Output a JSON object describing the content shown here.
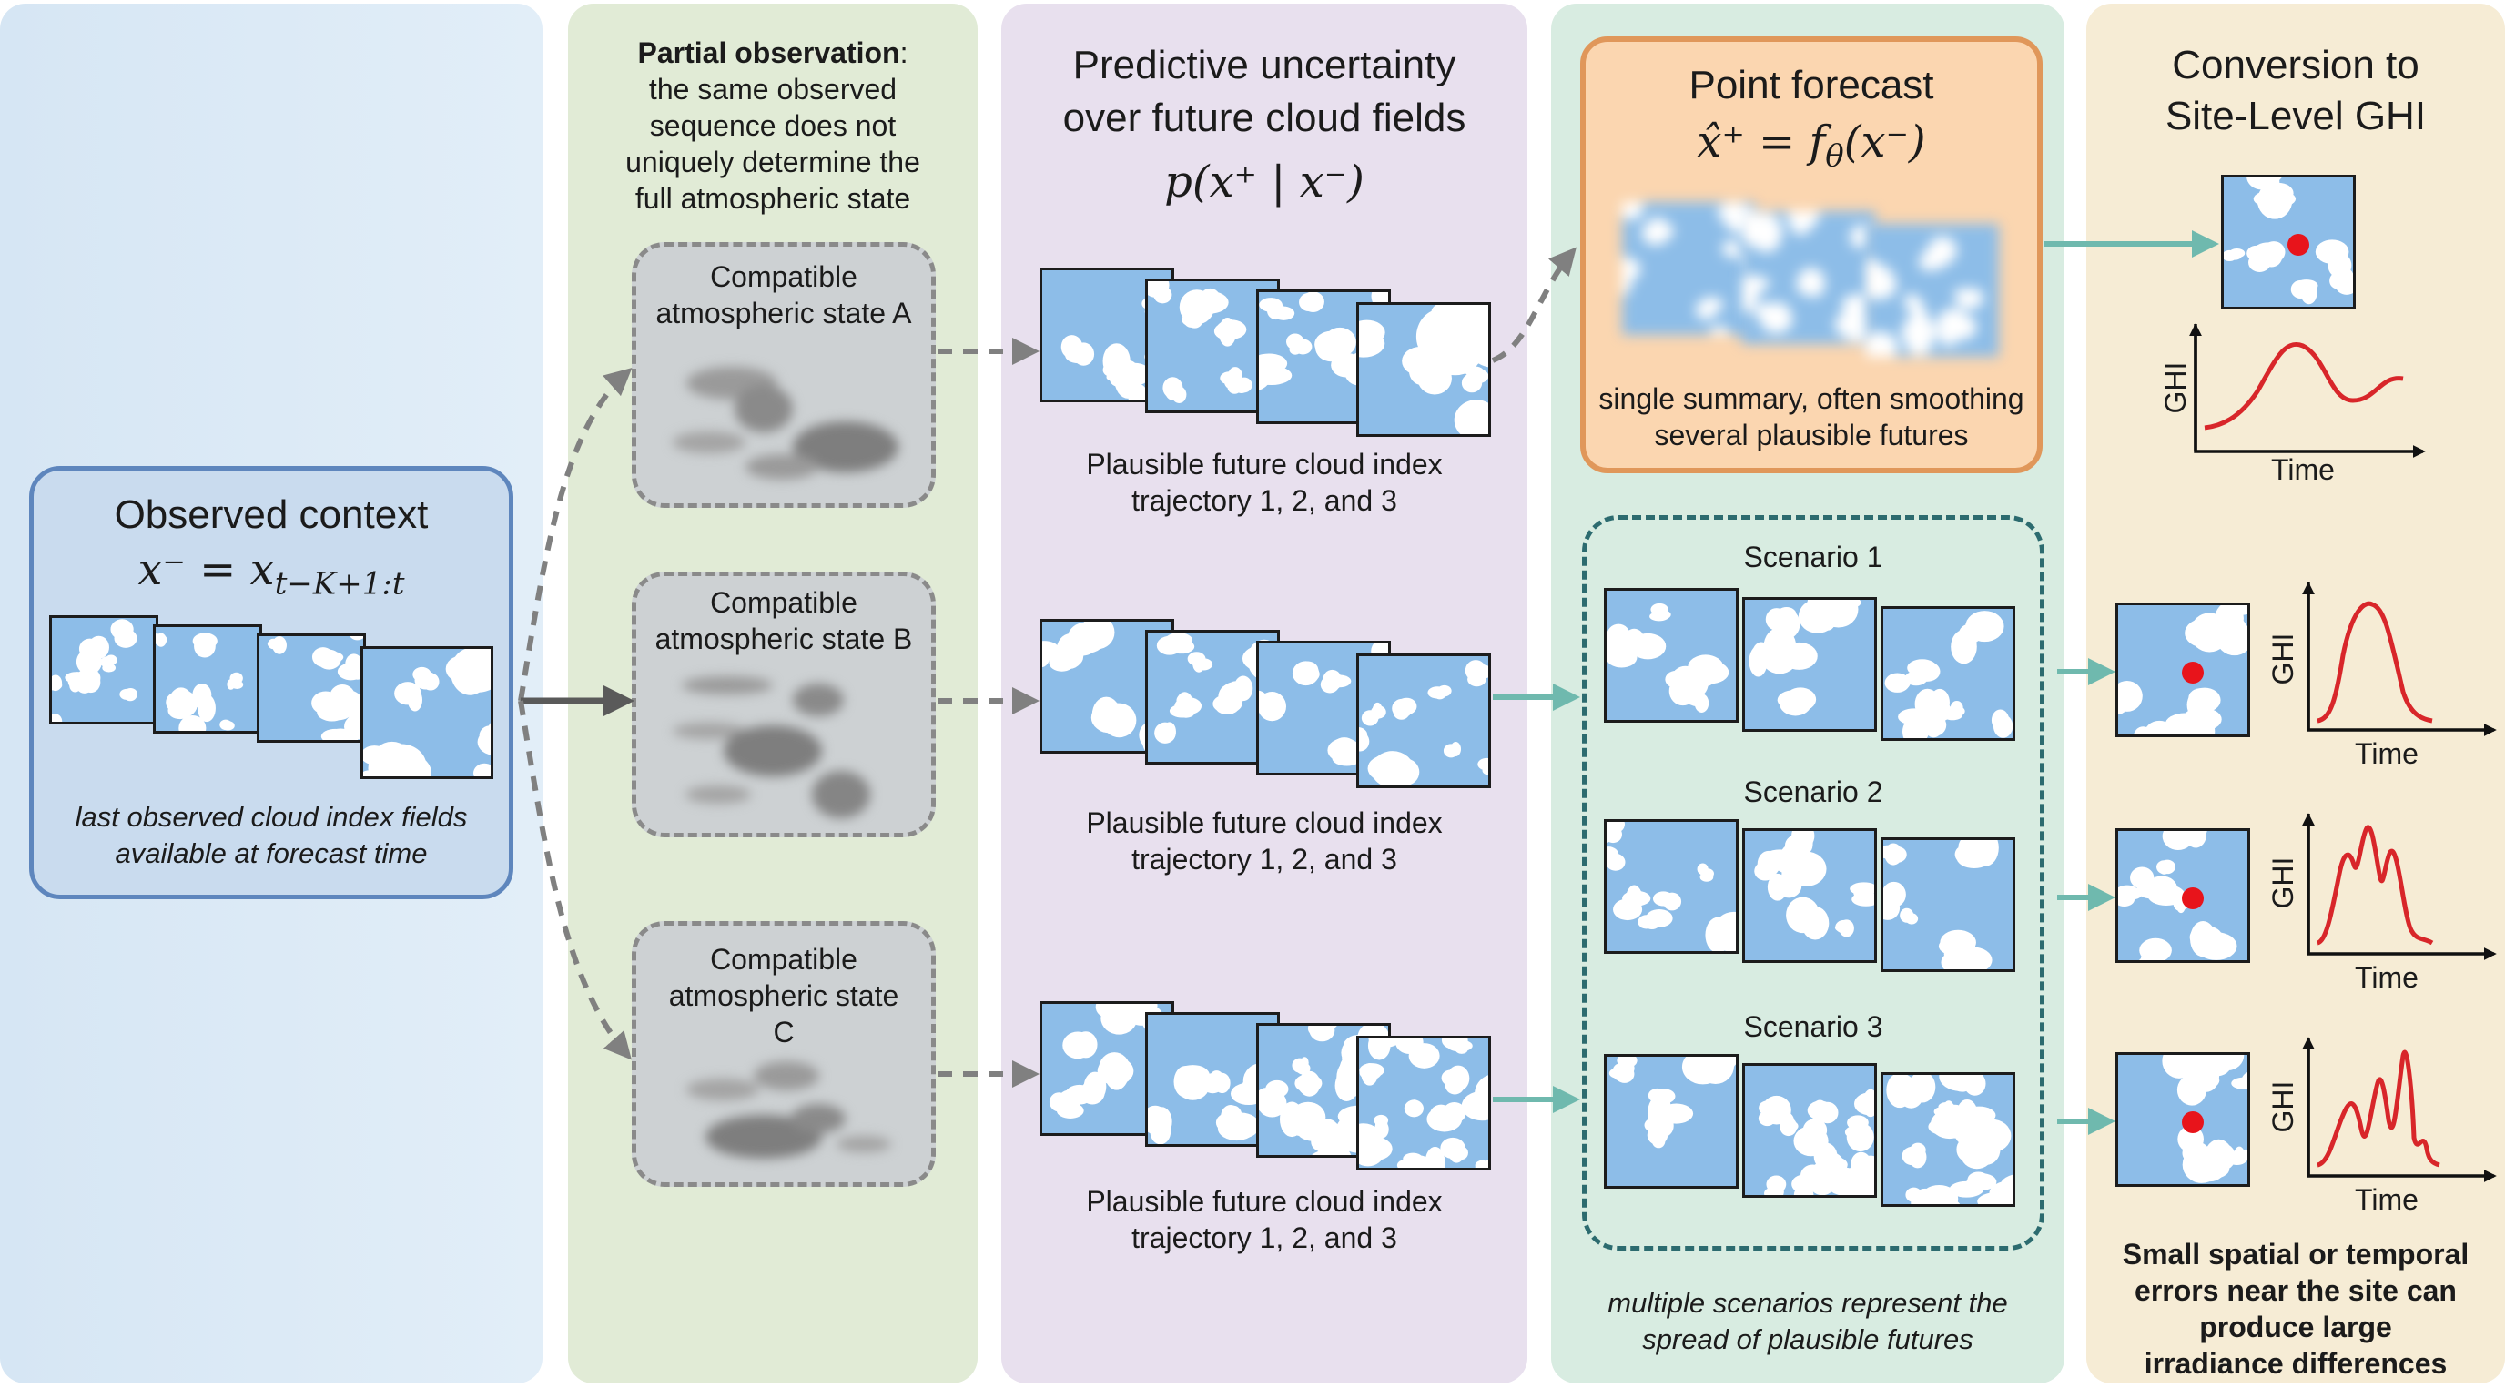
{
  "columns": {
    "observed": {
      "title": "Observed context",
      "formula": "x⁻ = x",
      "formula_sub": "t−K+1:t",
      "caption_1": "last observed cloud index fields",
      "caption_2": "available at forecast time"
    },
    "partial": {
      "heading_bold": "Partial observation",
      "heading_rest": ":",
      "line_1": "the same observed",
      "line_2": "sequence does not",
      "line_3": "uniquely determine the",
      "line_4": "full atmospheric state",
      "states": [
        {
          "line_1": "Compatible",
          "line_2": "atmospheric state A",
          "line_3": ""
        },
        {
          "line_1": "Compatible",
          "line_2": "atmospheric state B",
          "line_3": ""
        },
        {
          "line_1": "Compatible",
          "line_2": "atmospheric state",
          "line_3": "C"
        }
      ]
    },
    "predictive": {
      "title_1": "Predictive uncertainty",
      "title_2": "over future cloud fields",
      "formula": "p(x⁺ | x⁻)",
      "trajectories": [
        {
          "line_1": "Plausible future cloud index",
          "line_2": "trajectory 1, 2, and 3"
        },
        {
          "line_1": "Plausible future cloud index",
          "line_2": "trajectory 1, 2, and 3"
        },
        {
          "line_1": "Plausible future cloud index",
          "line_2": "trajectory 1, 2, and 3"
        }
      ]
    },
    "forecast": {
      "point_title": "Point forecast",
      "point_formula": "x̂⁺ = f",
      "point_formula_sub": "θ",
      "point_formula_tail": "(x⁻)",
      "point_caption_1": "single summary, often smoothing",
      "point_caption_2": "several plausible futures",
      "scenarios": [
        "Scenario 1",
        "Scenario 2",
        "Scenario 3"
      ],
      "scenario_caption_1": "multiple scenarios represent the",
      "scenario_caption_2": "spread of plausible futures"
    },
    "conversion": {
      "title_1": "Conversion to",
      "title_2": "Site-Level GHI",
      "axis_y": "GHI",
      "axis_x": "Time",
      "note_1": "Small spatial or temporal",
      "note_2": "errors near the site can",
      "note_3": "produce large",
      "note_4": "irradiance differences"
    }
  },
  "colors": {
    "tile_sky": "#8dbde8",
    "arrow_teal": "#6fb9ae",
    "arrow_gray": "#808080",
    "site_marker": "#e8141b",
    "ghi_curve": "#d8262a"
  },
  "icons": [
    "site-marker-icon",
    "cloud-field-tile-icon"
  ]
}
